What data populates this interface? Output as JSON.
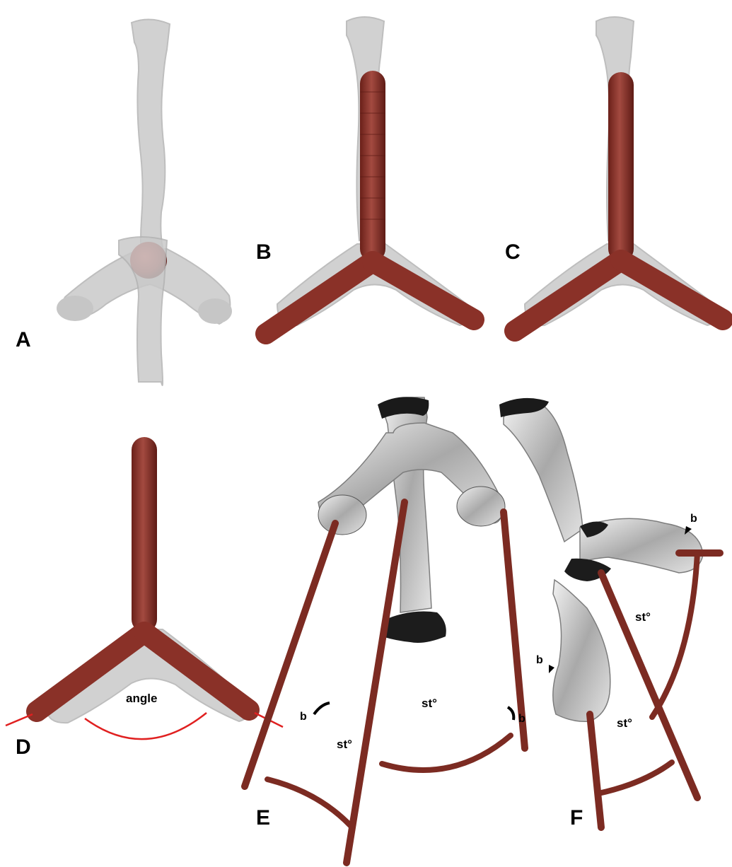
{
  "figure": {
    "panels": [
      {
        "letter": "A"
      },
      {
        "letter": "B"
      },
      {
        "letter": "C"
      },
      {
        "letter": "D",
        "annotation": "angle"
      },
      {
        "letter": "E",
        "annotations": [
          "b",
          "b",
          "st°",
          "st°"
        ]
      },
      {
        "letter": "F",
        "annotations": [
          "b",
          "b",
          "st°",
          "st°"
        ]
      }
    ]
  },
  "colors": {
    "bone_ghost": "#c9c9c9",
    "bone_ghost_edge": "#b3b3b3",
    "rod": "#7c2b22",
    "rod_highlight": "#a5524a",
    "sphere": "#b5261e",
    "angle_line": "#e02020",
    "bone_silver": "#c4c4c4",
    "bone_dark": "#1c1c1c"
  }
}
